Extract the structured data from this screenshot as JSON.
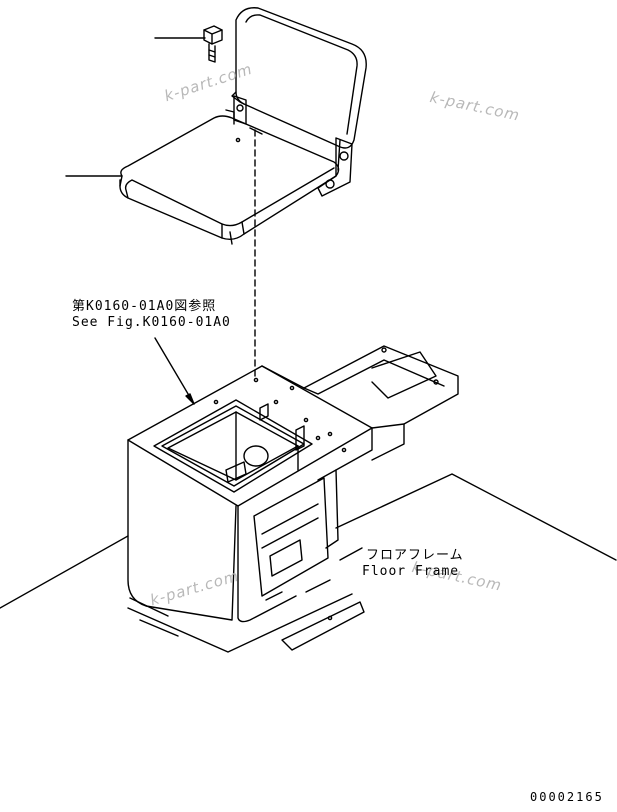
{
  "callout_ref": {
    "line1": "第K0160-01A0図参照",
    "line2": "See Fig.K0160-01A0"
  },
  "floor_frame": {
    "line1": "フロアフレーム",
    "line2": "Floor Frame"
  },
  "watermarks": [
    "k-part.com",
    "k-part.com",
    "k-part.com",
    "k-part.com"
  ],
  "drawing_number": "00002165",
  "colors": {
    "line": "#000000",
    "watermark": "#b8b8b8",
    "background": "#ffffff"
  }
}
